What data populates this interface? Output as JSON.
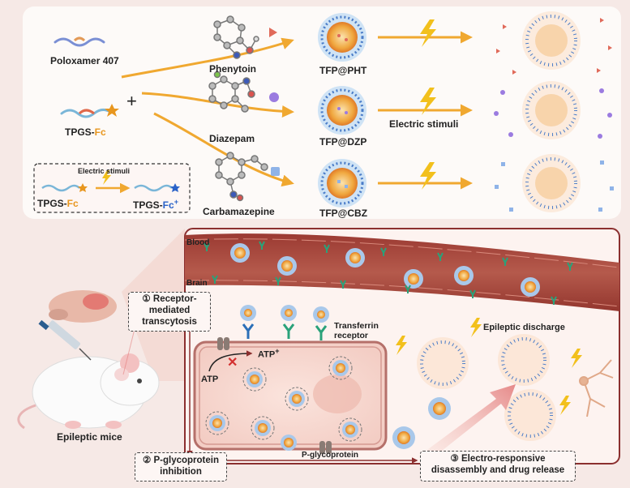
{
  "top_panel": {
    "carriers": [
      "Poloxamer 407",
      "TPGS-",
      "Fc"
    ],
    "plus_sign": "+",
    "drugs": [
      "Phenytoin",
      "Diazepam",
      "Carbamazepine"
    ],
    "nanoparticles": [
      "TFP@PHT",
      "TFP@DZP",
      "TFP@CBZ"
    ],
    "stimulus_label": "Electric stimuli",
    "inset": {
      "stimulus": "Electric stimuli",
      "left_prefix": "TPGS-",
      "left_suffix": "Fc",
      "right_prefix": "TPGS-",
      "right_suffix": "Fc",
      "right_charge": "+"
    }
  },
  "bottom_panel": {
    "blood_label": "Blood",
    "brain_label": "Brain",
    "step1": "① Receptor-mediated transcytosis",
    "step1_lines": [
      "① Receptor-",
      "mediated",
      "transcytosis"
    ],
    "step2_lines": [
      "② P-glycoprotein",
      "inhibition"
    ],
    "step3_lines": [
      "③ Electro-responsive",
      "disassembly and drug release"
    ],
    "transferrin_lines": [
      "Transferrin",
      "receptor"
    ],
    "atp": "ATP",
    "atp_out": "ATP",
    "atp_plus": "+",
    "pgp": "P-glycoprotein",
    "discharge": "Epileptic discharge",
    "mice": "Epileptic mice"
  },
  "colors": {
    "arrow": "#f0a830",
    "vessel": "#a8483c",
    "frame": "#8b2f2f",
    "fc_orange": "#e8961e",
    "fc_blue": "#2a62c8",
    "bolt": "#f2c01c"
  }
}
